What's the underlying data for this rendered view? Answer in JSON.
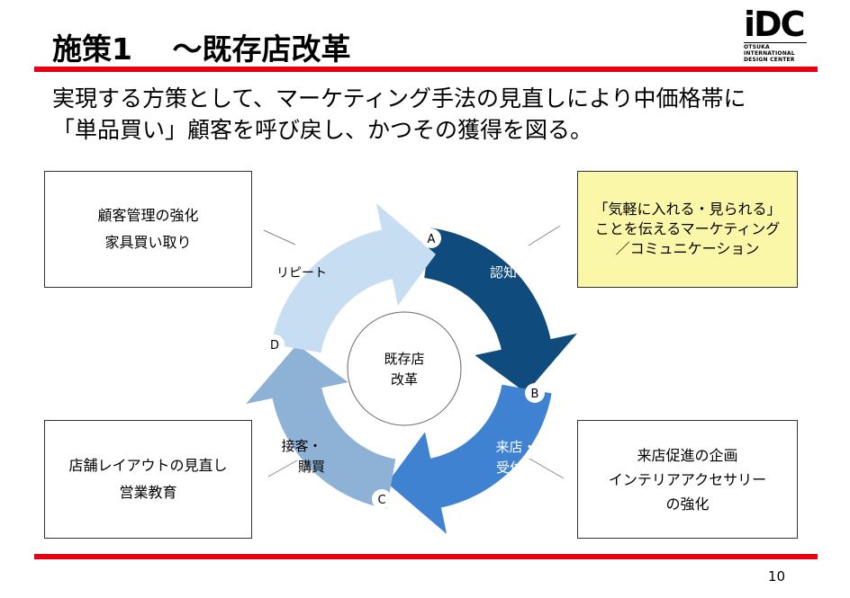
{
  "title": "施策1 　～既存店改革",
  "logo": {
    "mark": "iDC",
    "line1": "OTSUKA",
    "line2": "INTERNATIONAL",
    "line3": "DESIGN CENTER"
  },
  "subtitle": "実現する方策として、マーケティング手法の見直しにより中価格帯に「単品買い」顧客を呼び戻し、かつその獲得を図る。",
  "center": {
    "line1": "既存店",
    "line2": "改革"
  },
  "stages": {
    "A": {
      "badge": "A",
      "label": "認知"
    },
    "B": {
      "badge": "B",
      "label1": "来店・",
      "label2": "受付"
    },
    "C": {
      "badge": "C",
      "label1": "接客・",
      "label2": "購買"
    },
    "D": {
      "badge": "D",
      "label": "リピート"
    }
  },
  "boxes": {
    "top_left": [
      "顧客管理の強化",
      "家具買い取り"
    ],
    "top_right": [
      "「気軽に入れる・見られる」",
      "ことを伝えるマーケティング",
      "／コミュニケーション"
    ],
    "bottom_left": [
      "店舗レイアウトの見直し",
      "営業教育"
    ],
    "bottom_right": [
      "来店促進の企画",
      "インテリアアクセサリー",
      "の強化"
    ]
  },
  "colors": {
    "A": "#104b7d",
    "B": "#3f82d2",
    "C": "#8eb2d5",
    "D": "#c7ddf1",
    "accent": "#e60012",
    "highlight": "#fbf7a9"
  },
  "page_number": "10"
}
